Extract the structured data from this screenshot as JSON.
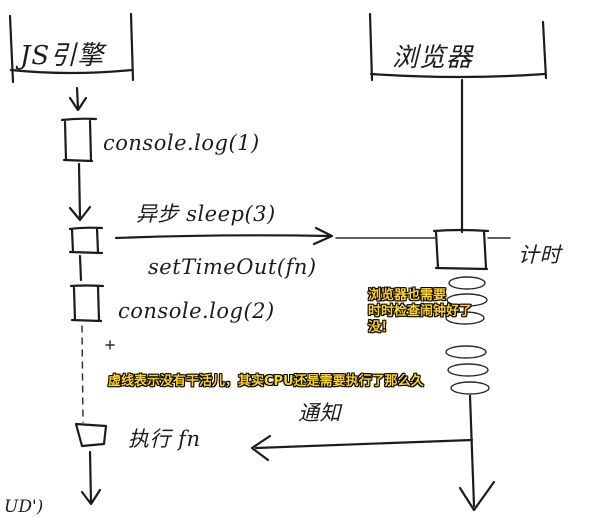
{
  "lanes": {
    "js_engine": "JS引擎",
    "browser": "浏览器"
  },
  "steps": {
    "log1": "console.log(1)",
    "async_sleep": "异步 sleep(3)",
    "set_timeout": "setTimeOut(fn)",
    "timer": "计时",
    "log2": "console.log(2)",
    "notify": "通知",
    "execute_fn": "执行 fn",
    "bottom_partial": "UD')"
  },
  "annotations": {
    "browser_note": "浏览器也需要\n时时检查闹钟好了\n没！",
    "dashed_note": "虚线表示没有干活儿，其实CPU还是需要执行了那么久"
  },
  "colors": {
    "ink": "#1c1c1c",
    "note_fill": "#ffd21f",
    "note_outline": "#000000"
  }
}
